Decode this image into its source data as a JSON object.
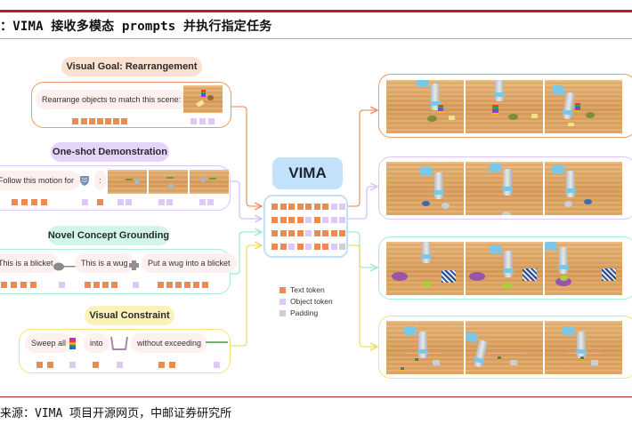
{
  "header": {
    "title": "：VIMA 接收多模态 prompts 并执行指定任务"
  },
  "footer": {
    "source": "来源：VIMA 项目开源网页，中邮证券研究所"
  },
  "colors": {
    "text_token": "#ee8a4e",
    "object_token": "#ddc9f7",
    "padding_token": "#cfcfcf",
    "orange_accent": "#ec9a6a",
    "purple_accent": "#dcc6f5",
    "teal_accent": "#a9ecd7",
    "yellow_accent": "#f5e27a",
    "vima_blue": "#c2e1fb"
  },
  "tasks": [
    {
      "id": "visual-goal",
      "title": "Visual Goal: Rearrangement",
      "chips": [
        "Rearrange objects to match this scene:"
      ],
      "tokens_text_count": 7,
      "tokens_object_count": 3
    },
    {
      "id": "one-shot",
      "title": "One-shot Demonstration",
      "chips": [
        "Follow this motion for",
        ":"
      ],
      "tokens": [
        "text x4",
        "object",
        "text",
        "object x2",
        "object x2",
        "object x2"
      ]
    },
    {
      "id": "novel-concept",
      "title": "Novel Concept Grounding",
      "chips": [
        "This is a blicket",
        "This is a wug",
        "Put a wug into a blicket"
      ]
    },
    {
      "id": "visual-constraint",
      "title": "Visual Constraint",
      "chips": [
        "Sweep all",
        "into",
        "without exceeding"
      ]
    }
  ],
  "vima": {
    "label": "VIMA",
    "token_grid": [
      [
        "t",
        "t",
        "t",
        "t",
        "t",
        "t",
        "t",
        "o",
        "o"
      ],
      [
        "t",
        "t",
        "t",
        "t",
        "o",
        "t",
        "o",
        "o",
        "o"
      ],
      [
        "t",
        "t",
        "t",
        "t",
        "o",
        "t",
        "t",
        "t",
        "t"
      ],
      [
        "t",
        "t",
        "o",
        "t",
        "o",
        "t",
        "t",
        "o",
        "p"
      ]
    ]
  },
  "legend": [
    {
      "key": "text",
      "label": "Text token"
    },
    {
      "key": "object",
      "label": "Object token"
    },
    {
      "key": "padding",
      "label": "Padding"
    }
  ]
}
